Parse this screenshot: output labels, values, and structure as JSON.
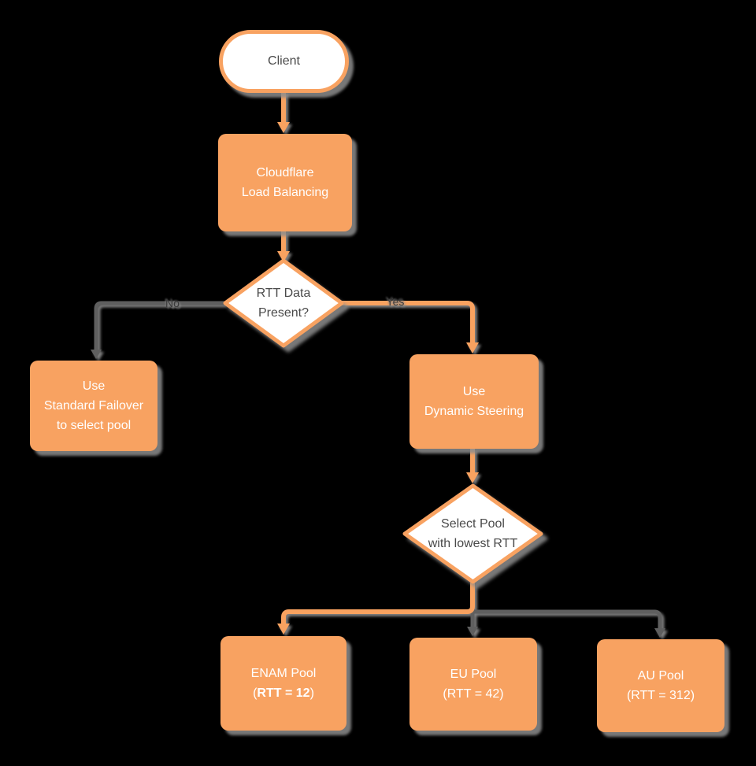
{
  "nodes": {
    "client": {
      "label": "Client"
    },
    "load_balancing": {
      "line1": "Cloudflare",
      "line2": "Load Balancing"
    },
    "rtt_decision": {
      "line1": "RTT Data",
      "line2": "Present?"
    },
    "standard_failover": {
      "line1": "Use",
      "line2": "Standard Failover",
      "line3": "to select pool"
    },
    "dynamic_steering": {
      "line1": "Use",
      "line2": "Dynamic Steering"
    },
    "select_pool": {
      "line1": "Select Pool",
      "line2": "with lowest RTT"
    },
    "enam_pool": {
      "line1": "ENAM Pool",
      "line2_open": "(",
      "line2_bold": "RTT = 12",
      "line2_close": ")"
    },
    "eu_pool": {
      "line1": "EU Pool",
      "line2": "(RTT = 42)"
    },
    "au_pool": {
      "line1": "AU Pool",
      "line2": "(RTT = 312)"
    }
  },
  "edges": {
    "no_label": "No",
    "yes_label": "Yes"
  },
  "colors": {
    "background": "#000000",
    "node_fill_orange": "#f8a261",
    "shape_fill_white": "#ffffff",
    "line_orange": "#f8a261",
    "line_gray": "#5f5f5f",
    "text_on_orange": "#ffffff",
    "text_dark": "#4a4a4a",
    "shadow_gray": "#8d8d8d"
  }
}
